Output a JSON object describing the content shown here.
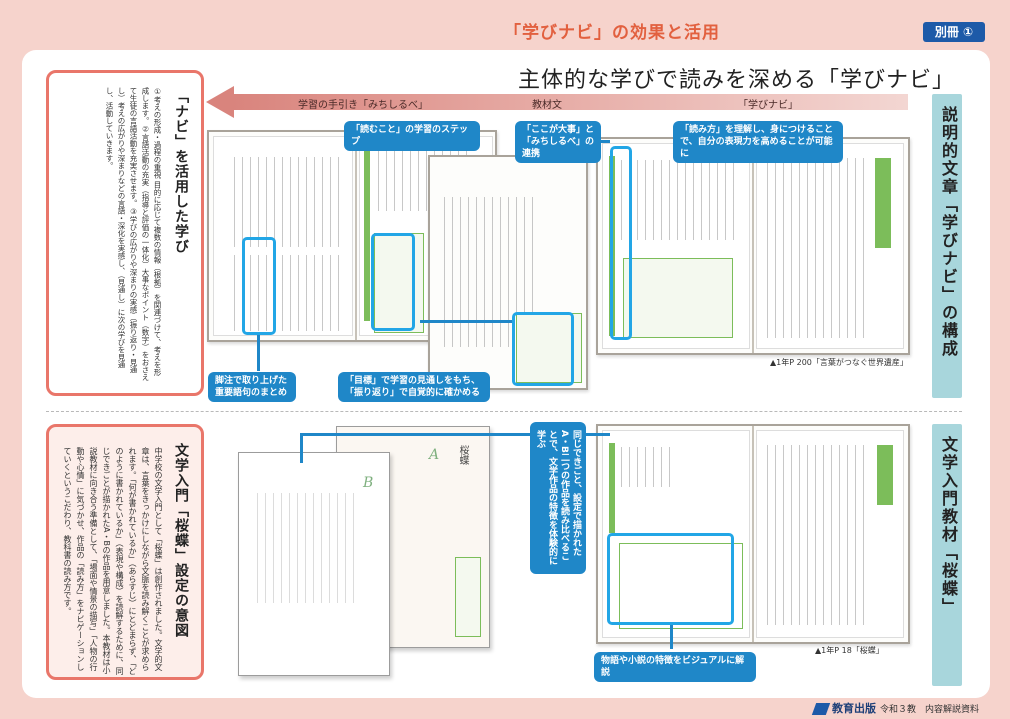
{
  "header": {
    "title": "「学びナビ」の効果と活用",
    "badge": "別冊 ①"
  },
  "main_title": "主体的な学びで読みを深める「学びナビ」",
  "flow": {
    "left": "学習の手引き「みちしるべ」",
    "middle": "教材文",
    "right": "「学びナビ」"
  },
  "section1": {
    "side_label": "説明的文章「学びナビ」の構成",
    "box_heading": "「ナビ」を活用した学び",
    "box_body": "①考えの形成・過程の重視 目的に応じて複数の情報（根拠）を関連づけて、考えを形成します。②言語活動の充実（指導と評価の一体化）大事なポイント（数字）をおさえて生徒の言語活動を充実させます。③学びの広がりや深まりの実感（振り返り・見通し）考えの広がりや深まりなどの言語・深化を実感し、（見通し）に次の学びを見通し、活動していきます。",
    "callouts": {
      "steps": "「読むこと」の学習のステップ",
      "link": "「ここが大事」と「みちしるべ」の連携",
      "reading": "「読み方」を理解し、身につけることで、自分の表現力を高めることが可能に",
      "notes": "脚注で取り上げた重要語句のまとめ",
      "goal": "「目標」で学習の見通しをもち、「振り返り」で自覚的に確かめる"
    },
    "caption": "▲1年P 200「言葉がつなぐ世界遺産」"
  },
  "section2": {
    "side_label": "文学入門教材「桜蝶」",
    "box_heading": "文学入門「桜蝶」設定の意図",
    "box_body": "中学校の文学入門として「桜蝶」は創作されました。文学的文章は、言葉をきっかけにしながら文脈を読み解くことが求められます。「何が書かれているか」（あらすじ）にとどまらず、「どのように書かれているか」（表現や構成）を読解するために、同じできごとが描かれたA・Bの作品を用意しました。本教材は小説教材に向き合う準備として、「場面や情景の描写」「人物の行動や心情」に気づかせ、作品の「読み方」をナビゲーションしていくというこだわり、教科書の読み方です。",
    "callout_vertical": "同じできごと、設定で描かれたA・B二つの作品を読み比べることで、文学作品の特徴を体験的に学ぶ",
    "callout_bottom": "物語や小説の特徴をビジュアルに解説",
    "sheet_a_title": "桜蝶",
    "letter_a": "A",
    "letter_b": "B",
    "caption": "▲1年P 18「桜蝶」"
  },
  "footer": {
    "publisher": "教育出版",
    "note": "令和３教　内容解説資料"
  }
}
